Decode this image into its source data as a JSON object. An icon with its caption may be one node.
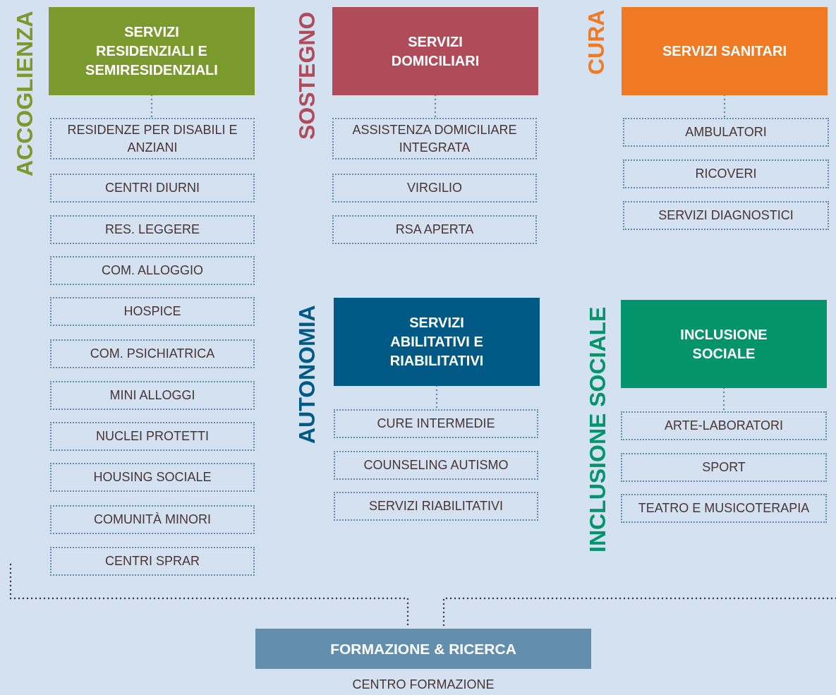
{
  "diagram": {
    "nodes": [
      {
        "text": [
          "SERVIZI RESIDENZIALI E SEMIRESIDENZIALI"
        ],
        "beside": [
          "ACCOGLIENZA"
        ]
      },
      {
        "text": [
          "RESIDENZE PER DISABILI E ANZIANI"
        ]
      },
      {
        "text": [
          "CENTRI DIURNI"
        ]
      },
      {
        "text": [
          "RES. LEGGERE"
        ]
      },
      {
        "text": [
          "COM. ALLOGGIO"
        ]
      },
      {
        "text": [
          "HOSPICE"
        ]
      },
      {
        "text": [
          "COM. PSICHIATRICA"
        ]
      },
      {
        "text": [
          "MINI ALLOGGI"
        ]
      },
      {
        "text": [
          "NUCLEI PROTETTI"
        ]
      },
      {
        "text": [
          "HOUSING SOCIALE"
        ]
      },
      {
        "text": [
          "COMUNITÀ MINORI"
        ]
      },
      {
        "text": [
          "CENTRI SPRAR"
        ]
      },
      {
        "text": [
          "SERVIZI DOMICILIARI"
        ],
        "beside": [
          "SOSTEGNO"
        ]
      },
      {
        "text": [
          "ASSISTENZA DOMICILIARE INTEGRATA"
        ]
      },
      {
        "text": [
          "VIRGILIO"
        ]
      },
      {
        "text": [
          "RSA APERTA"
        ]
      },
      {
        "text": [
          "SERVIZI SANITARI"
        ],
        "beside": [
          "CURA"
        ]
      },
      {
        "text": [
          "AMBULATORI"
        ]
      },
      {
        "text": [
          "RICOVERI"
        ]
      },
      {
        "text": [
          "SERVIZI DIAGNOSTICI"
        ]
      },
      {
        "text": [
          "SERVIZI ABILITATIVI E RIABILITATIVI"
        ],
        "beside": [
          "AUTONOMIA"
        ]
      },
      {
        "text": [
          "CURE INTERMEDIE"
        ]
      },
      {
        "text": [
          "COUNSELING AUTISMO"
        ]
      },
      {
        "text": [
          "SERVIZI RIABILITATIVI"
        ]
      },
      {
        "text": [
          "INCLUSIONE SOCIALE"
        ],
        "beside": [
          "INCLUSIONE SOCIALE"
        ]
      },
      {
        "text": [
          "ARTE-LABORATORI"
        ]
      },
      {
        "text": [
          "SPORT"
        ]
      },
      {
        "text": [
          "TEATRO E MUSICOTERAPIA"
        ]
      },
      {
        "text": [
          "FORMAZIONE & RICERCA"
        ],
        "beside": [
          "CENTRO FORMAZIONE"
        ]
      }
    ],
    "edges": [
      {
        "from": 0,
        "to": 1,
        "arrow": "none",
        "style": "dashed"
      },
      {
        "from": 12,
        "to": 13,
        "arrow": "none",
        "style": "dashed"
      },
      {
        "from": 16,
        "to": 17,
        "arrow": "none",
        "style": "dashed"
      },
      {
        "from": 20,
        "to": 21,
        "arrow": "none",
        "style": "dashed"
      },
      {
        "from": 24,
        "to": 25,
        "arrow": "none",
        "style": "dashed"
      },
      {
        "from": null,
        "to": 28,
        "arrow": "none",
        "style": "dashed",
        "color": "#4a3535"
      },
      {
        "from": null,
        "to": 28,
        "arrow": "none",
        "style": "dashed",
        "color": "#4a3535"
      }
    ]
  }
}
